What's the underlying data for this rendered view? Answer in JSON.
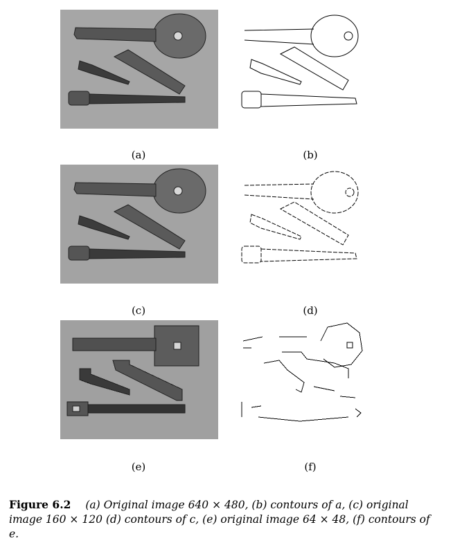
{
  "panels": [
    {
      "id": "a",
      "label": "(a)"
    },
    {
      "id": "b",
      "label": "(b)"
    },
    {
      "id": "c",
      "label": "(c)"
    },
    {
      "id": "d",
      "label": "(d)"
    },
    {
      "id": "e",
      "label": "(e)"
    },
    {
      "id": "f",
      "label": "(f)"
    }
  ],
  "caption": {
    "figure_label": "Figure 6.2",
    "text": "(a) Original image 640 × 480, (b) contours of a, (c) original image 160 × 120 (d) contours of c, (e) original image 64 × 48, (f) contours of e."
  }
}
